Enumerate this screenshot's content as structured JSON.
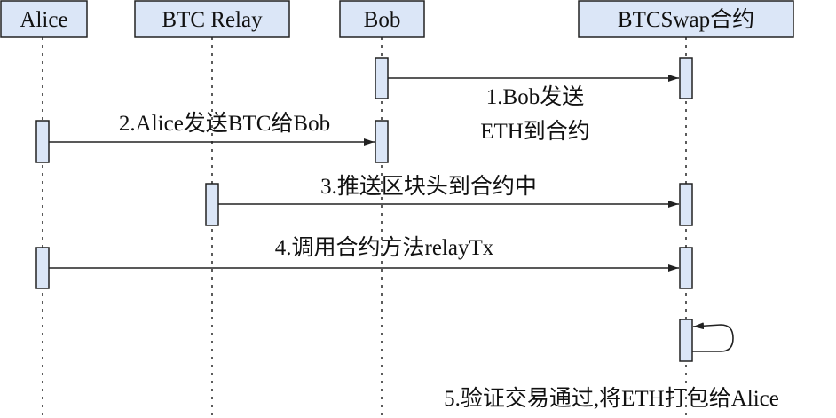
{
  "actors": [
    {
      "label": "Alice"
    },
    {
      "label": "BTC Relay"
    },
    {
      "label": "Bob"
    },
    {
      "label": "BTCSwap合约"
    }
  ],
  "messages": [
    {
      "label": "1.Bob发送",
      "label2": "ETH到合约",
      "from": "Bob",
      "to": "BTCSwap合约"
    },
    {
      "label": "2.Alice发送BTC给Bob",
      "from": "Alice",
      "to": "Bob"
    },
    {
      "label": "3.推送区块头到合约中",
      "from": "BTC Relay",
      "to": "BTCSwap合约"
    },
    {
      "label": "4.调用合约方法relayTx",
      "from": "Alice",
      "to": "BTCSwap合约"
    },
    {
      "label": "5.验证交易通过,将ETH打包给Alice",
      "from": "BTCSwap合约",
      "to": "BTCSwap合约"
    }
  ],
  "colors": {
    "actor_fill": "#dbe6f7",
    "line": "#222222"
  }
}
